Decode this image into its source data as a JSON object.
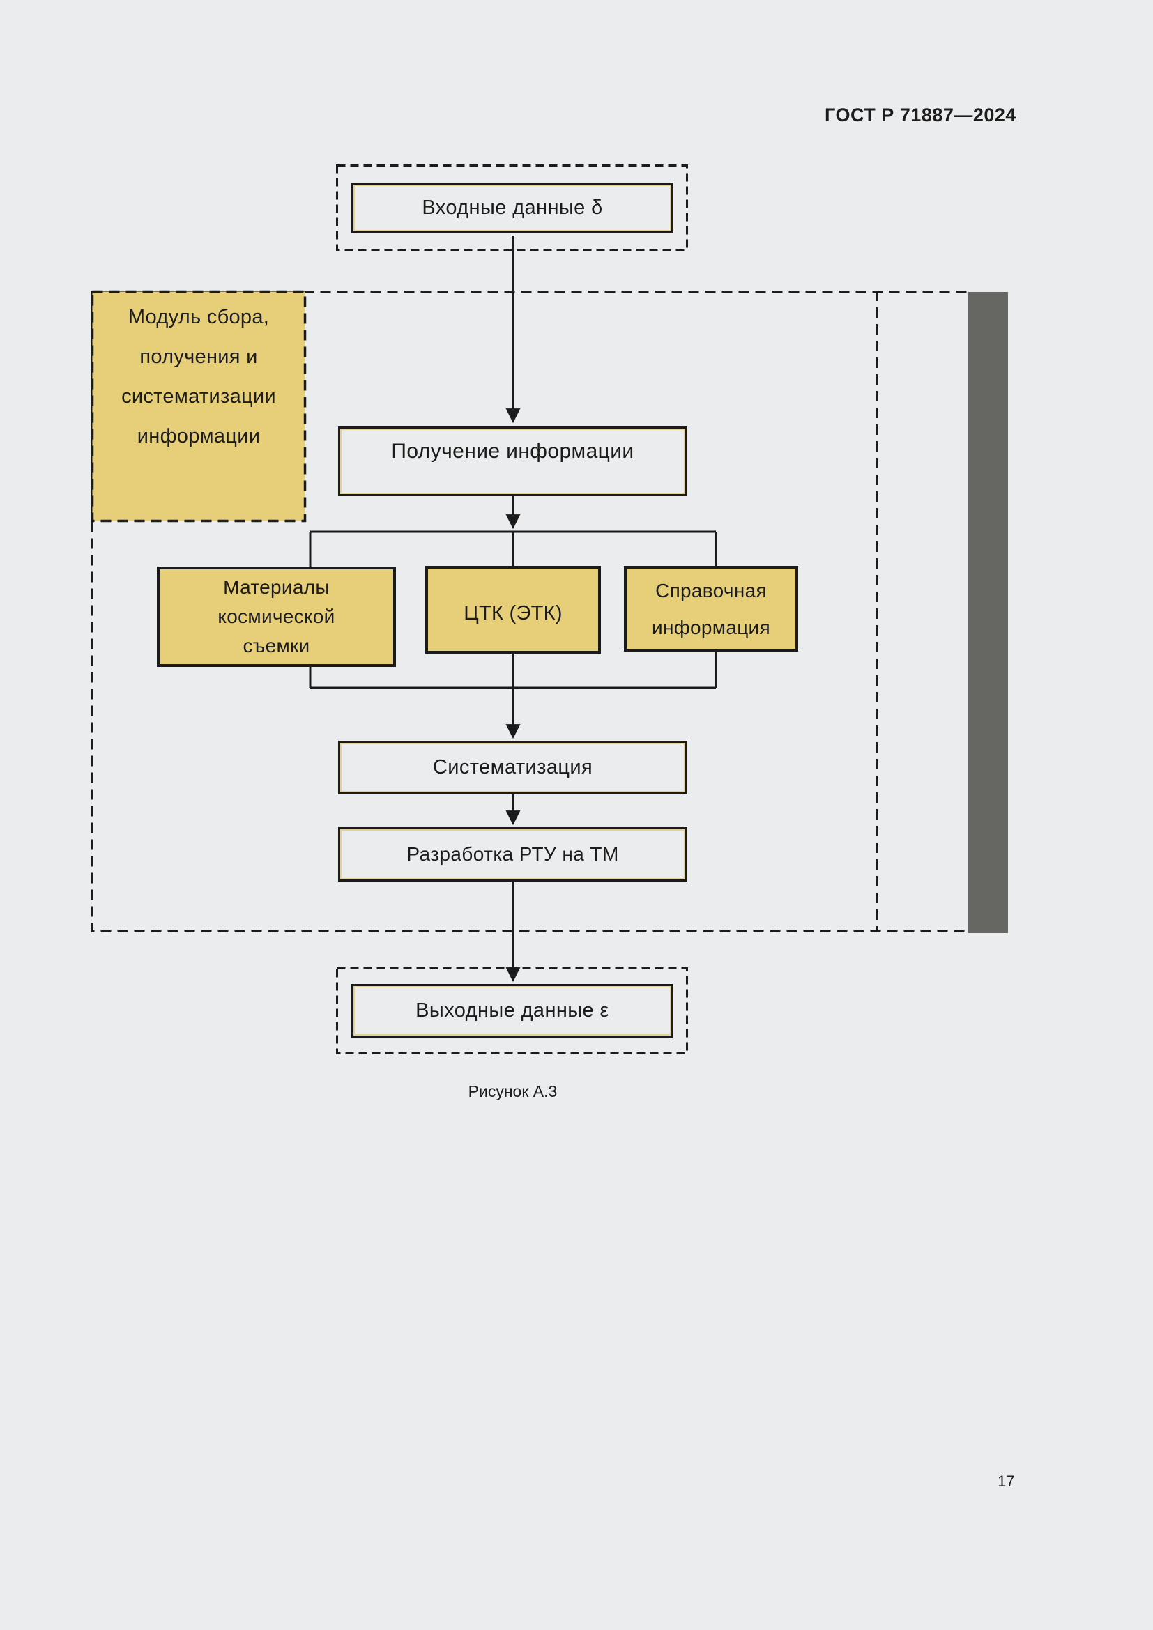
{
  "page": {
    "header": "ГОСТ Р 71887—2024",
    "figure_caption": "Рисунок А.3",
    "page_number": "17"
  },
  "diagram": {
    "input": {
      "label": "Входные данные δ"
    },
    "module": {
      "lines": [
        "Модуль сбора,",
        "получения и",
        "систематизации",
        "информации"
      ]
    },
    "receive": {
      "label": "Получение информации"
    },
    "sources": {
      "materials": {
        "lines": [
          "Материалы",
          "космической",
          "съемки"
        ]
      },
      "ctk": {
        "label": "ЦТК (ЭТК)"
      },
      "reference": {
        "lines": [
          "Справочная",
          "информация"
        ]
      }
    },
    "systematization": {
      "label": "Систематизация"
    },
    "development": {
      "label": "Разработка РТУ на ТМ"
    },
    "output": {
      "label": "Выходные данные ε"
    }
  },
  "colors": {
    "page_bg": "#ebeced",
    "box_yellow": "#e7cf7a",
    "line_black": "#1b1b1b",
    "gray_bar": "#666663",
    "keyline_yellow": "#dcba4e"
  }
}
